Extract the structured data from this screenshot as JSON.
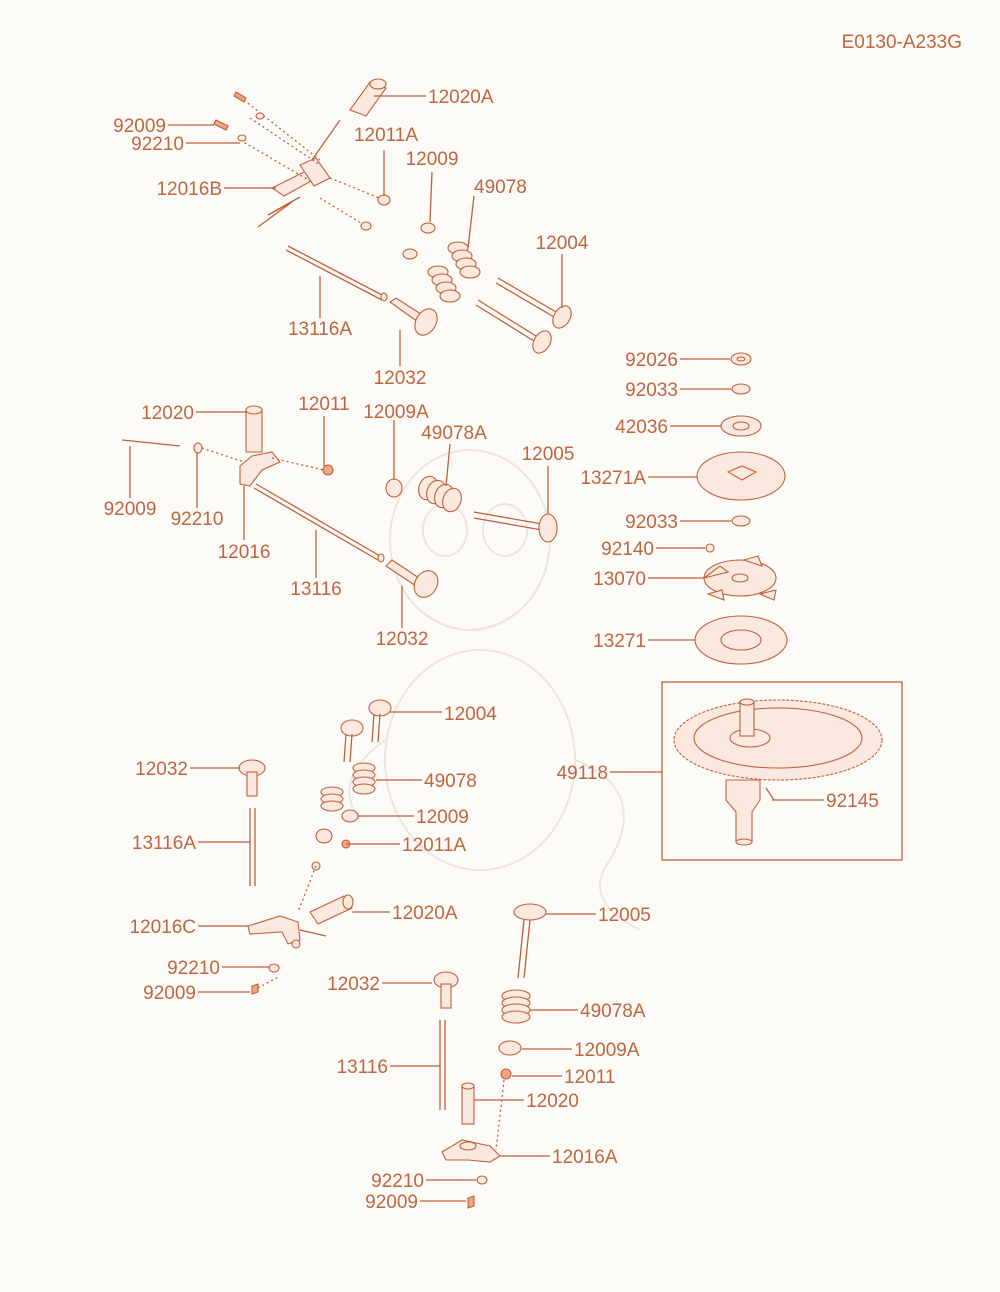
{
  "diagram_code": "E0130-A233G",
  "colors": {
    "line": "#c0603a",
    "label": "#bf6540",
    "background": "#fdfbf8"
  },
  "labels": {
    "l_12020A_a": "12020A",
    "l_92009_a": "92009",
    "l_92210_a": "92210",
    "l_12011A_a": "12011A",
    "l_12009_a": "12009",
    "l_49078_a": "49078",
    "l_12016B": "12016B",
    "l_12004_a": "12004",
    "l_13116A_a": "13116A",
    "l_12032_a": "12032",
    "l_12020_b": "12020",
    "l_12011_b": "12011",
    "l_12009A_b": "12009A",
    "l_49078A_b": "49078A",
    "l_12005_b": "12005",
    "l_92009_b": "92009",
    "l_92210_b": "92210",
    "l_12016_b": "12016",
    "l_13116_b": "13116",
    "l_12032_b": "12032",
    "l_92026": "92026",
    "l_92033_1": "92033",
    "l_42036": "42036",
    "l_13271A": "13271A",
    "l_92033_2": "92033",
    "l_92140": "92140",
    "l_13070": "13070",
    "l_13271": "13271",
    "l_49118": "49118",
    "l_92145": "92145",
    "l_12004_c": "12004",
    "l_12032_c": "12032",
    "l_49078_c": "49078",
    "l_12009_c": "12009",
    "l_13116A_c": "13116A",
    "l_12011A_c": "12011A",
    "l_12020A_c": "12020A",
    "l_12016C": "12016C",
    "l_92210_c": "92210",
    "l_92009_c": "92009",
    "l_12005_d": "12005",
    "l_12032_d": "12032",
    "l_49078A_d": "49078A",
    "l_13116_d": "13116",
    "l_12009A_d": "12009A",
    "l_12011_d": "12011",
    "l_12020_d": "12020",
    "l_12016A": "12016A",
    "l_92210_d": "92210",
    "l_92009_d": "92009"
  }
}
